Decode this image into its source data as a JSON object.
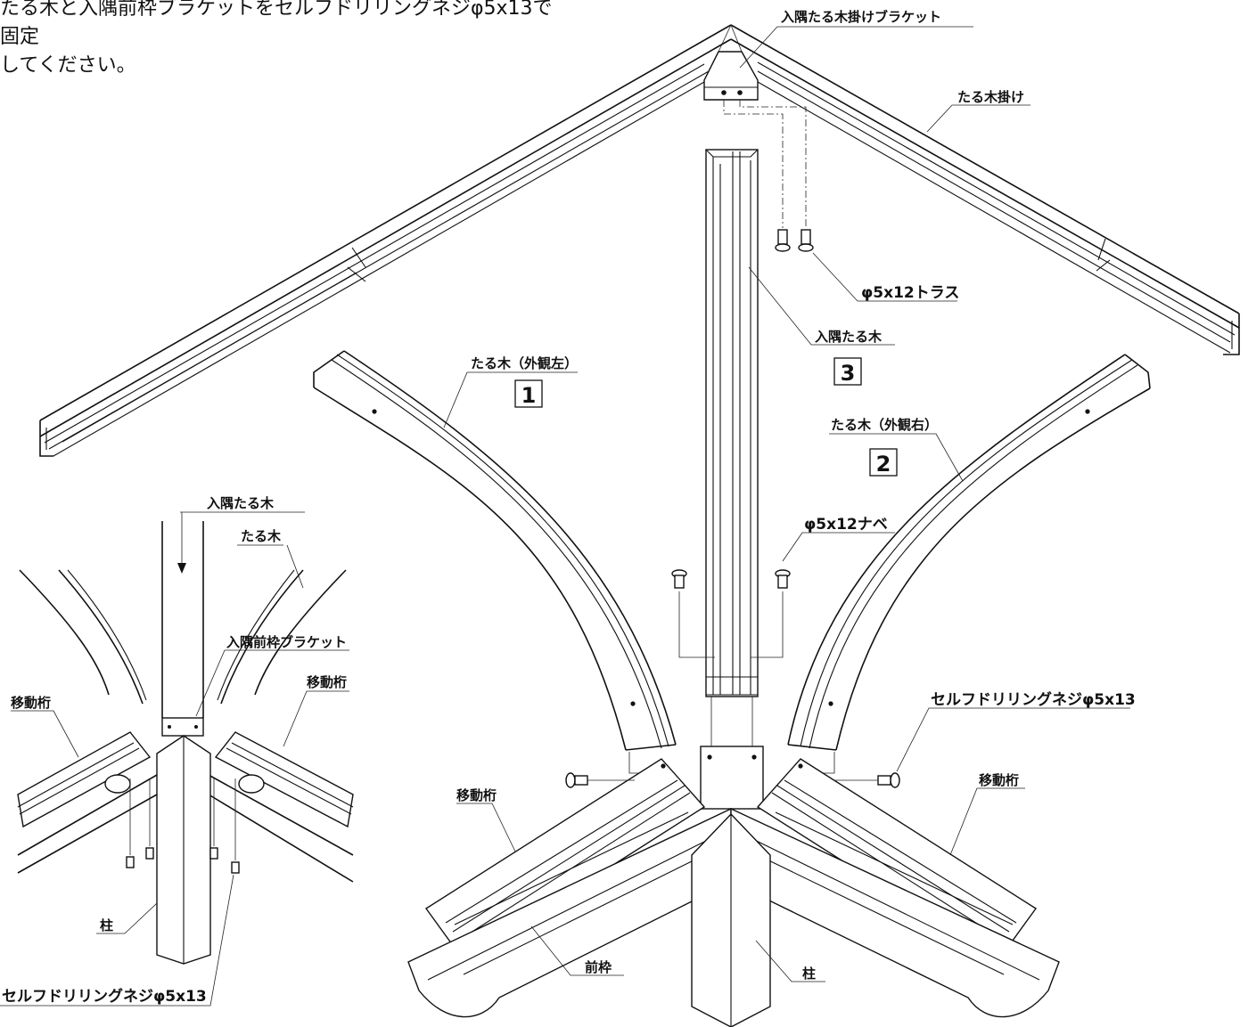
{
  "note": {
    "line1": "たる木と入隅前枠ブラケットをセルフドリリングネジφ5x13で固定",
    "line2": "してください。"
  },
  "labels": {
    "bracket_top": "入隅たる木掛けブラケット",
    "rafter_hanger": "たる木掛け",
    "screw_truss": "φ5x12トラス",
    "corner_rafter": "入隅たる木",
    "num3": "3",
    "rafter_left": "たる木（外観左）",
    "num1": "1",
    "rafter_right": "たる木（外観右）",
    "num2": "2",
    "screw_pan": "φ5x12ナベ",
    "screw_self_right": "セルフドリリングネジφ5x13",
    "beam_left": "移動桁",
    "beam_right": "移動桁",
    "front_frame": "前枠",
    "post_main": "柱",
    "inset_corner_rafter": "入隅たる木",
    "inset_rafter": "たる木",
    "inset_bracket": "入隅前枠ブラケット",
    "inset_beam_left": "移動桁",
    "inset_beam_right": "移動桁",
    "inset_post": "柱",
    "inset_screw": "セルフドリリングネジφ5x13"
  }
}
